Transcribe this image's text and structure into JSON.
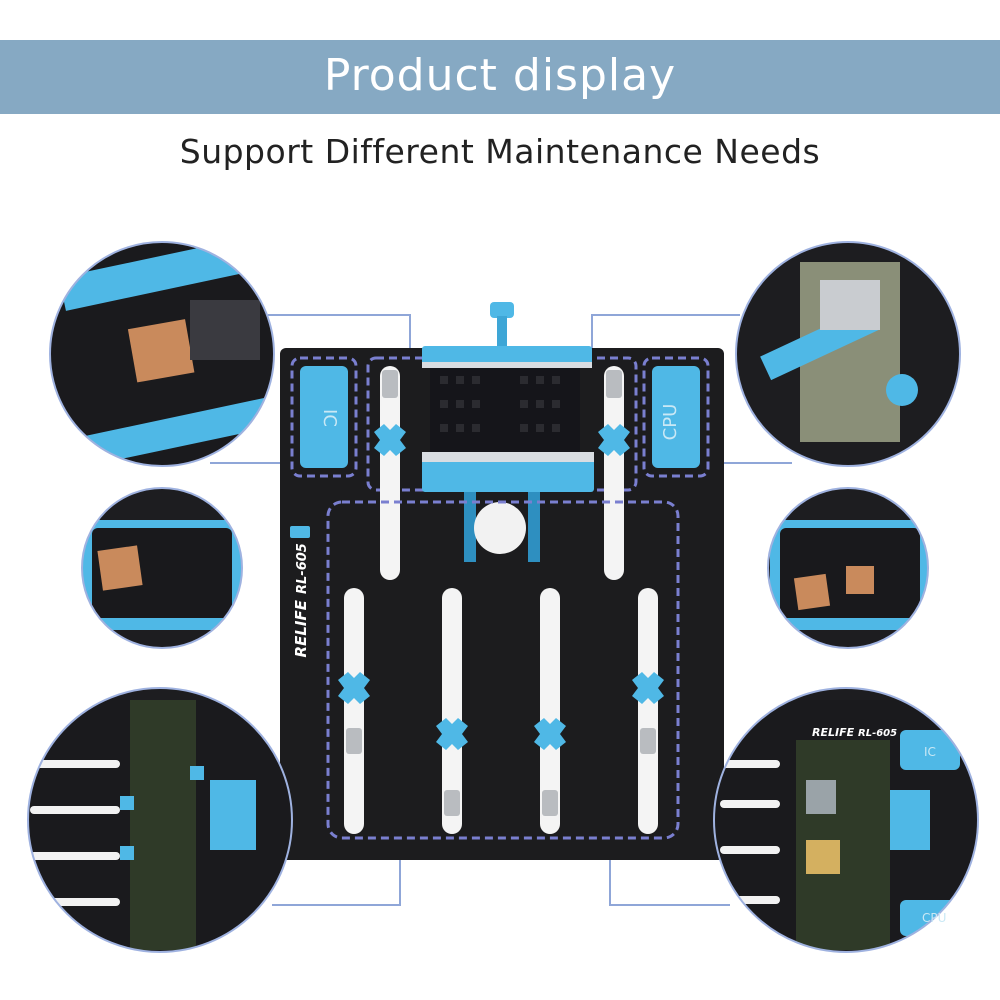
{
  "header": {
    "title": "Product display",
    "subtitle": "Support Different Maintenance Needs"
  },
  "product": {
    "brand": "RELIFE",
    "model": "RL-605",
    "slot_left_label": "IC",
    "slot_right_label": "CPU"
  },
  "detail_views": {
    "bottom_right_brand": "RELIFE",
    "bottom_right_model": "RL-605",
    "bottom_right_slot_ic": "IC",
    "bottom_right_slot_cpu": "CPU"
  },
  "colors": {
    "banner": "#86a9c3",
    "accent_blue": "#4fb8e6",
    "board_black": "#1c1c1e",
    "dash_outline": "#7a7fd0"
  }
}
